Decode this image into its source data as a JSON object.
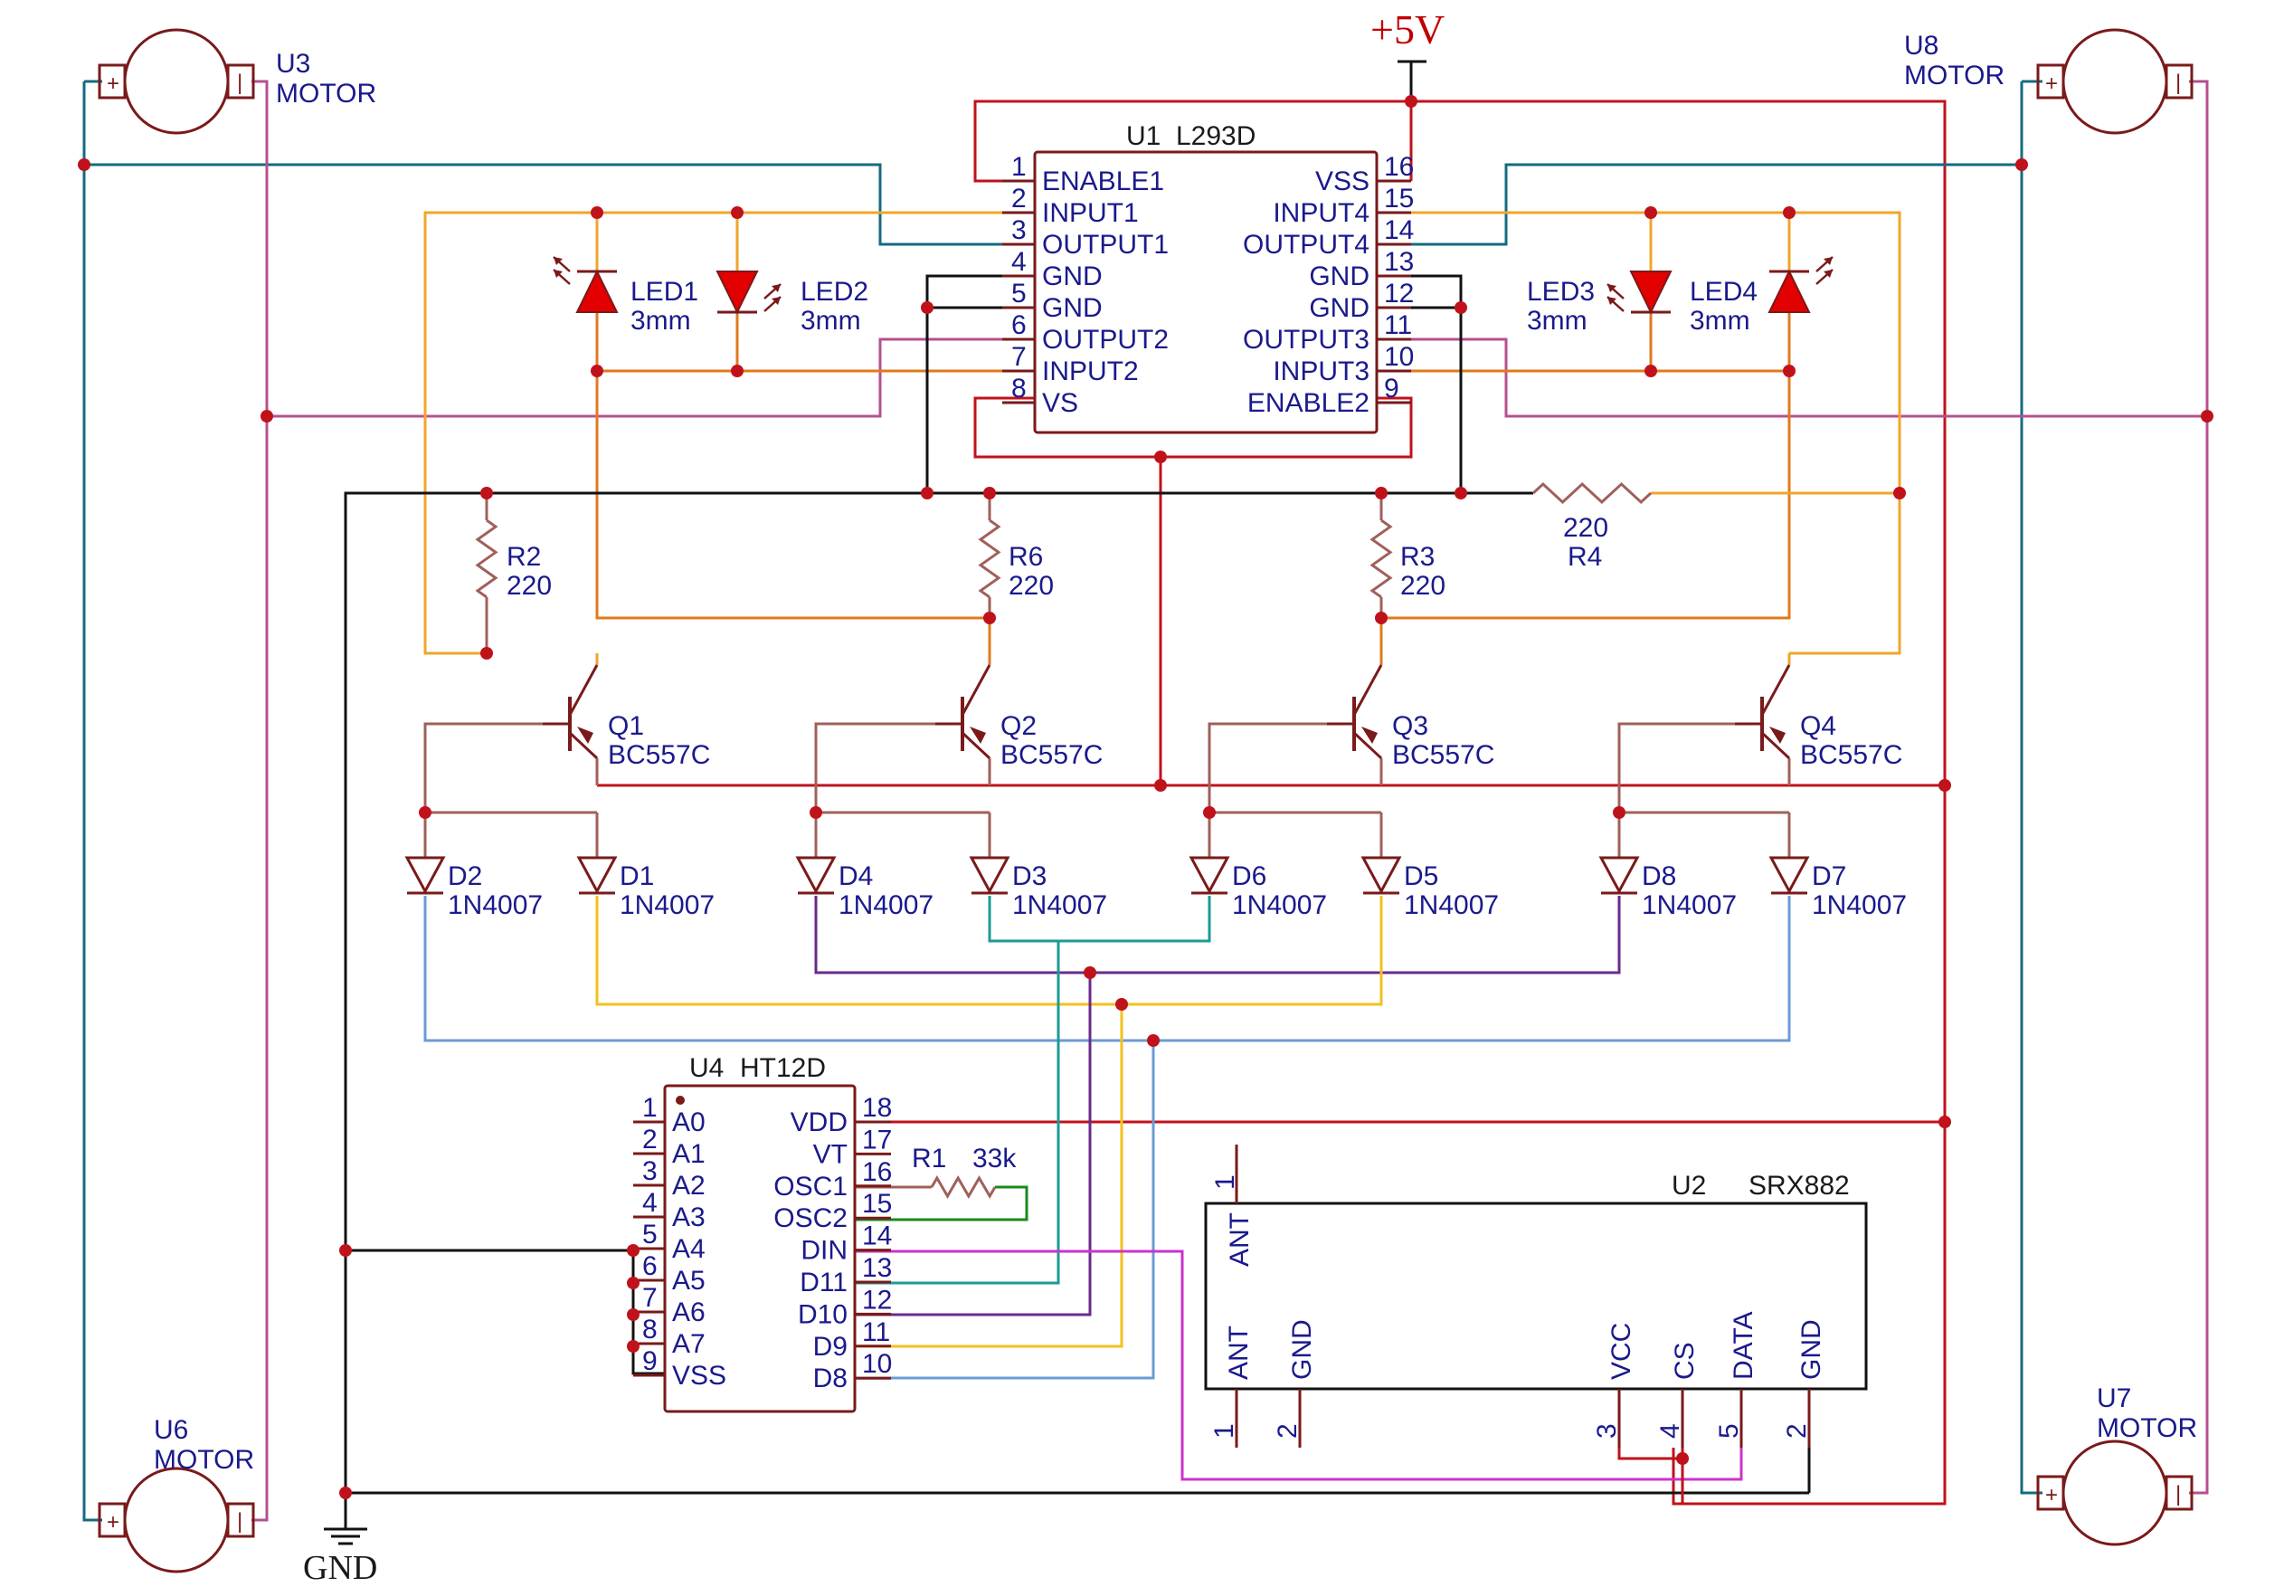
{
  "title_power": "+5V",
  "title_ground": "GND",
  "colors": {
    "wire_red": "#c0121b",
    "wire_teal": "#146b82",
    "wire_magenta": "#b5508f",
    "wire_orange": "#f0a62a",
    "wire_dark_orange": "#e07a1c",
    "wire_black": "#111111",
    "wire_brown": "#a0605a",
    "wire_purple": "#6a2a8a",
    "wire_yellow": "#f2c21c",
    "wire_blue": "#6b9bd6",
    "wire_cyan": "#1d9a96",
    "wire_green": "#1a8a1a",
    "wire_pink": "#cc33cc",
    "component": "#7a1a1a",
    "led_fill": "#e30000",
    "junction": "#c0121b",
    "label_blue": "#1a1a8c"
  },
  "motors": [
    {
      "ref": "U3",
      "name": "MOTOR"
    },
    {
      "ref": "U8",
      "name": "MOTOR"
    },
    {
      "ref": "U6",
      "name": "MOTOR"
    },
    {
      "ref": "U7",
      "name": "MOTOR"
    }
  ],
  "u1": {
    "ref": "U1",
    "part": "L293D",
    "left_pins": [
      {
        "num": "1",
        "name": "ENABLE1"
      },
      {
        "num": "2",
        "name": "INPUT1"
      },
      {
        "num": "3",
        "name": "OUTPUT1"
      },
      {
        "num": "4",
        "name": "GND"
      },
      {
        "num": "5",
        "name": "GND"
      },
      {
        "num": "6",
        "name": "OUTPUT2"
      },
      {
        "num": "7",
        "name": "INPUT2"
      },
      {
        "num": "8",
        "name": "VS"
      }
    ],
    "right_pins": [
      {
        "num": "16",
        "name": "VSS"
      },
      {
        "num": "15",
        "name": "INPUT4"
      },
      {
        "num": "14",
        "name": "OUTPUT4"
      },
      {
        "num": "13",
        "name": "GND"
      },
      {
        "num": "12",
        "name": "GND"
      },
      {
        "num": "11",
        "name": "OUTPUT3"
      },
      {
        "num": "10",
        "name": "INPUT3"
      },
      {
        "num": "9",
        "name": "ENABLE2"
      }
    ]
  },
  "leds": [
    {
      "ref": "LED1",
      "value": "3mm"
    },
    {
      "ref": "LED2",
      "value": "3mm"
    },
    {
      "ref": "LED3",
      "value": "3mm"
    },
    {
      "ref": "LED4",
      "value": "3mm"
    }
  ],
  "resistors": [
    {
      "ref": "R2",
      "value": "220"
    },
    {
      "ref": "R6",
      "value": "220"
    },
    {
      "ref": "R3",
      "value": "220"
    },
    {
      "ref": "R4",
      "value": "220"
    },
    {
      "ref": "R1",
      "value": "33k"
    }
  ],
  "transistors": [
    {
      "ref": "Q1",
      "part": "BC557C"
    },
    {
      "ref": "Q2",
      "part": "BC557C"
    },
    {
      "ref": "Q3",
      "part": "BC557C"
    },
    {
      "ref": "Q4",
      "part": "BC557C"
    }
  ],
  "diodes": [
    {
      "ref": "D2",
      "part": "1N4007"
    },
    {
      "ref": "D1",
      "part": "1N4007"
    },
    {
      "ref": "D4",
      "part": "1N4007"
    },
    {
      "ref": "D3",
      "part": "1N4007"
    },
    {
      "ref": "D6",
      "part": "1N4007"
    },
    {
      "ref": "D5",
      "part": "1N4007"
    },
    {
      "ref": "D8",
      "part": "1N4007"
    },
    {
      "ref": "D7",
      "part": "1N4007"
    }
  ],
  "u4": {
    "ref": "U4",
    "part": "HT12D",
    "left_pins": [
      {
        "num": "1",
        "name": "A0"
      },
      {
        "num": "2",
        "name": "A1"
      },
      {
        "num": "3",
        "name": "A2"
      },
      {
        "num": "4",
        "name": "A3"
      },
      {
        "num": "5",
        "name": "A4"
      },
      {
        "num": "6",
        "name": "A5"
      },
      {
        "num": "7",
        "name": "A6"
      },
      {
        "num": "8",
        "name": "A7"
      },
      {
        "num": "9",
        "name": "VSS"
      }
    ],
    "right_pins": [
      {
        "num": "18",
        "name": "VDD"
      },
      {
        "num": "17",
        "name": "VT"
      },
      {
        "num": "16",
        "name": "OSC1"
      },
      {
        "num": "15",
        "name": "OSC2"
      },
      {
        "num": "14",
        "name": "DIN"
      },
      {
        "num": "13",
        "name": "D11"
      },
      {
        "num": "12",
        "name": "D10"
      },
      {
        "num": "11",
        "name": "D9"
      },
      {
        "num": "10",
        "name": "D8"
      }
    ]
  },
  "u2": {
    "ref": "U2",
    "part": "SRX882",
    "top_pin": {
      "num": "1",
      "name": "ANT"
    },
    "bottom_pins": [
      {
        "num": "1",
        "name": "ANT"
      },
      {
        "num": "2",
        "name": "GND"
      },
      {
        "num": "3",
        "name": "VCC"
      },
      {
        "num": "4",
        "name": "CS"
      },
      {
        "num": "5",
        "name": "DATA"
      },
      {
        "num": "2",
        "name": "GND"
      }
    ]
  }
}
